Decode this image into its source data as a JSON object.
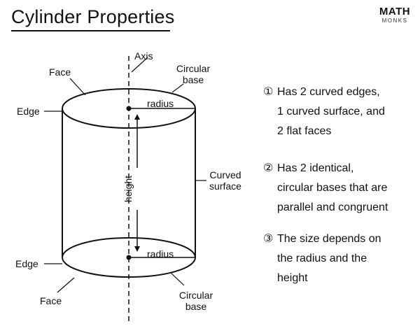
{
  "title": "Cylinder Properties",
  "logo": {
    "top": "MATH",
    "bottom": "MONKS"
  },
  "labels": {
    "axis": "Axis",
    "face_top": "Face",
    "face_bottom": "Face",
    "edge_top": "Edge",
    "edge_bottom": "Edge",
    "circular_base_top": [
      "Circular",
      "base"
    ],
    "circular_base_bottom": [
      "Circular",
      "base"
    ],
    "radius_top": "radius",
    "radius_bottom": "radius",
    "height": "height",
    "curved_surface": [
      "Curved",
      "surface"
    ]
  },
  "properties": [
    {
      "number": "①",
      "lines": [
        "Has 2 curved edges,",
        "1 curved surface, and",
        "2 flat faces"
      ]
    },
    {
      "number": "②",
      "lines": [
        "Has 2 identical,",
        "circular bases that are",
        "parallel and congruent"
      ]
    },
    {
      "number": "③",
      "lines": [
        "The size depends on",
        "the radius and the",
        "height"
      ]
    }
  ],
  "colors": {
    "ink": "#111111",
    "background": "#ffffff",
    "logo_accent": "#e0372f"
  }
}
